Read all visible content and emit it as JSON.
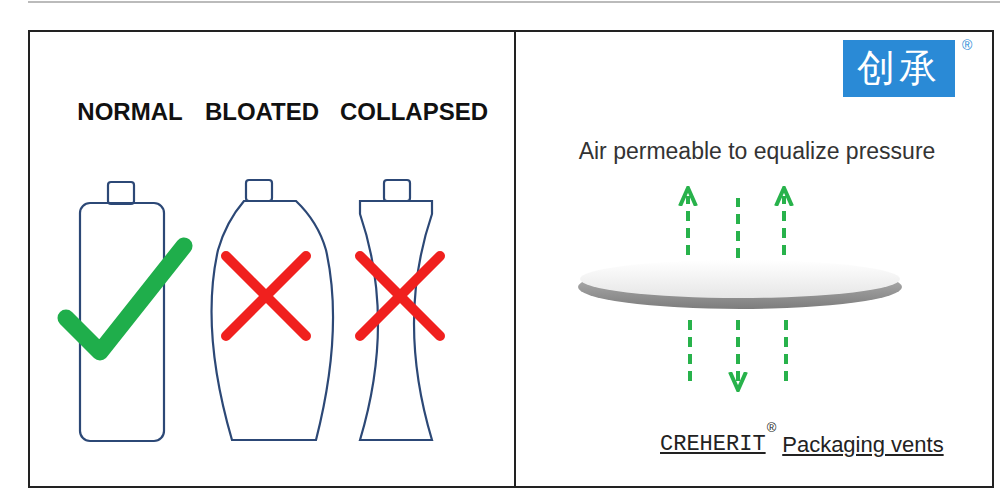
{
  "diagram": {
    "nodes": [
      {
        "text": [
          "创承"
        ]
      }
    ],
    "labels": [
      "NORMAL",
      "BLOATED",
      "COLLAPSED",
      "®",
      "Air permeable to equalize pressure",
      "CREHERIT",
      "®",
      "Packaging vents"
    ]
  }
}
